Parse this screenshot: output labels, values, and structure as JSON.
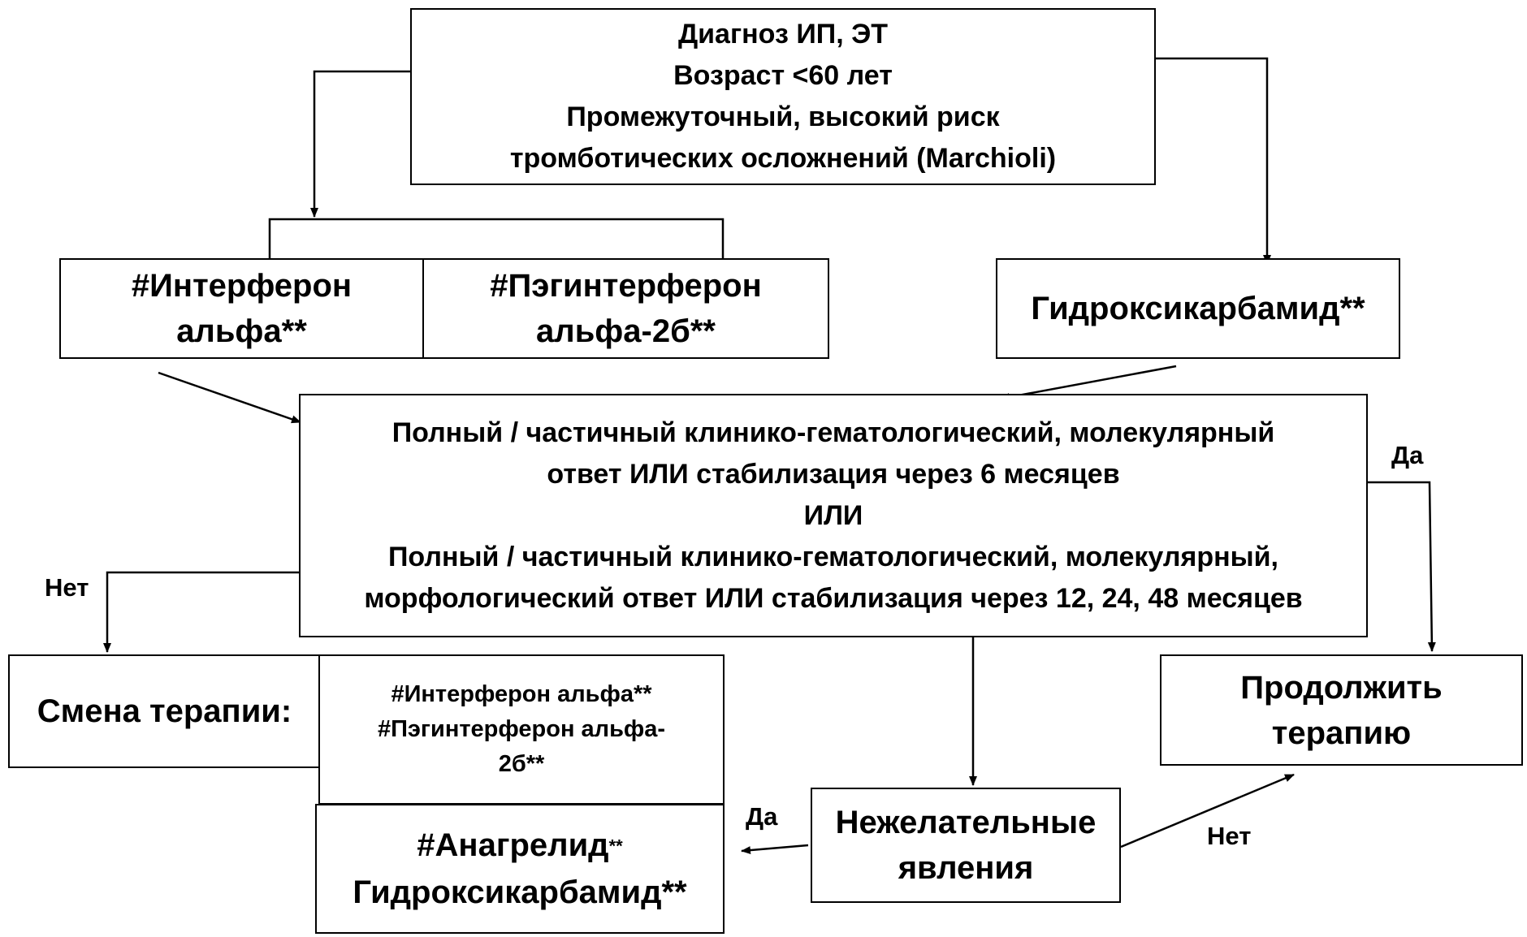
{
  "nodes": {
    "diagnosis": {
      "lines": [
        "Диагноз ИП, ЭТ",
        "Возраст <60 лет",
        "Промежуточный, высокий  риск",
        "тромботических осложнений (Marchioli)"
      ]
    },
    "interferon_alfa": {
      "lines": [
        "#Интерферон",
        "альфа**"
      ]
    },
    "peginterferon": {
      "lines": [
        "#Пэгинтерферон",
        "альфа-2б**"
      ]
    },
    "hydroxycarbamide_top": {
      "lines": [
        "Гидроксикарбамид**"
      ]
    },
    "response": {
      "lines": [
        "Полный / частичный клинико-гематологический, молекулярный",
        "ответ ИЛИ стабилизация через 6 месяцев",
        "ИЛИ",
        "Полный / частичный клинико-гематологический, молекулярный,",
        "морфологический ответ ИЛИ стабилизация через 12, 24, 48 месяцев"
      ]
    },
    "change_therapy": {
      "label": "Смена терапии:"
    },
    "change_options": {
      "lines": [
        "#Интерферон  альфа**",
        "#Пэгинтерферон  альфа-",
        "2б**"
      ]
    },
    "anagrelide": {
      "line1_main": "#Анагрелид",
      "line1_suffix": "**",
      "line2": "Гидроксикарбамид**"
    },
    "adverse_events": {
      "lines": [
        "Нежелательные",
        "явления"
      ]
    },
    "continue_therapy": {
      "lines": [
        "Продолжить",
        "терапию"
      ]
    }
  },
  "edge_labels": {
    "no_left": "Нет",
    "yes_right": "Да",
    "yes_bottom": "Да",
    "no_bottom": "Нет"
  }
}
